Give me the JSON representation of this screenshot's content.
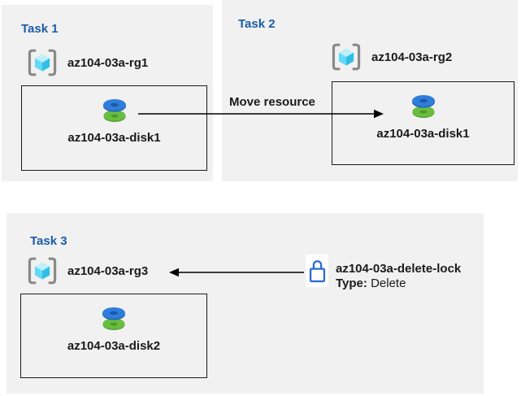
{
  "colors": {
    "heading": "#1b5ca8",
    "panel_bg": "#f1f1f1",
    "arrow": "#000000",
    "lock_blue": "#2e6ad3",
    "disk_blue": "#2f7ed9",
    "disk_green": "#69bd41",
    "cube_cyan": "#62d9f6"
  },
  "tasks": [
    {
      "title": "Task 1",
      "resource_group": "az104-03a-rg1",
      "resource": "az104-03a-disk1"
    },
    {
      "title": "Task 2",
      "resource_group": "az104-03a-rg2",
      "resource": "az104-03a-disk1"
    },
    {
      "title": "Task 3",
      "resource_group": "az104-03a-rg3",
      "resource": "az104-03a-disk2"
    }
  ],
  "move_arrow": {
    "label": "Move resource"
  },
  "lock": {
    "name": "az104-03a-delete-lock",
    "type_label": "Type:",
    "type_value": "Delete"
  },
  "icons": {
    "resource_group": "resource-group-icon",
    "disk": "managed-disk-icon",
    "lock": "lock-icon"
  }
}
